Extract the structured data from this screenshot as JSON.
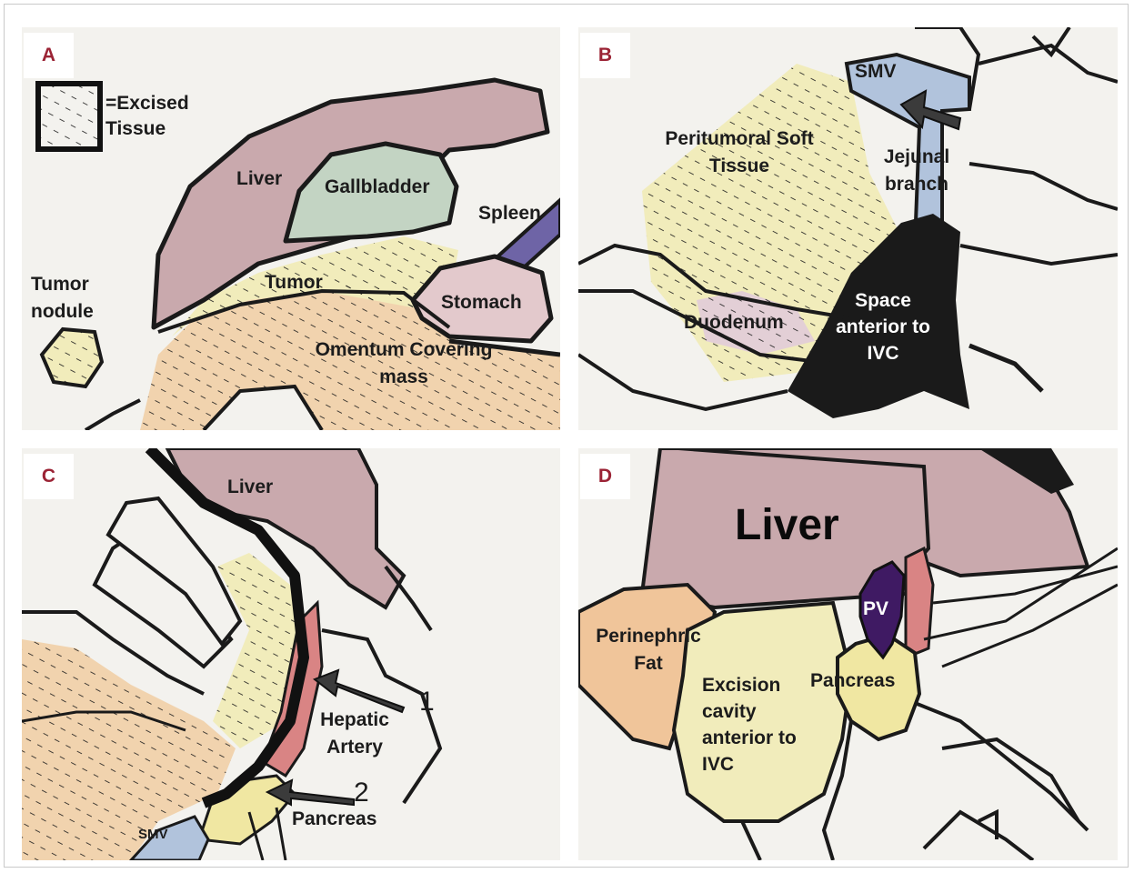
{
  "panels": {
    "a": {
      "letter": "A",
      "legend": "=Excised Tissue",
      "labels": {
        "liver": "Liver",
        "gallbladder": "Gallbladder",
        "spleen": "Spleen",
        "tumor": "Tumor",
        "stomach": "Stomach",
        "tumor_nodule": "Tumor nodule",
        "omentum": "Omentum Covering mass"
      }
    },
    "b": {
      "letter": "B",
      "labels": {
        "smv": "SMV",
        "peritumoral": "Peritumoral Soft Tissue",
        "jejunal": "Jejunal branch",
        "duodenum": "Duodenum",
        "space": "Space anterior to IVC"
      }
    },
    "c": {
      "letter": "C",
      "labels": {
        "liver": "Liver",
        "hepatic_artery": "Hepatic Artery",
        "pancreas": "Pancreas",
        "smv": "SMV",
        "num1": "1",
        "num2": "2"
      }
    },
    "d": {
      "letter": "D",
      "labels": {
        "liver": "Liver",
        "pv": "PV",
        "perinephric": "Perinephric Fat",
        "pancreas": "Pancreas",
        "cavity": "Excision cavity anterior to IVC"
      }
    }
  },
  "colors": {
    "badge_text": "#9b2335",
    "liver": "#c9a9ad",
    "gallbladder": "#c3d4c3",
    "spleen": "#6e64a6",
    "stomach": "#e3c9cc",
    "tumor_yellow": "#f1ecbb",
    "omentum_orange": "#f1d3ae",
    "smv_blue": "#b1c3dc",
    "hepatic_red": "#d98484",
    "pancreas_yellow": "#f0e7a2",
    "pv_purple": "#3f1a63",
    "perinephric_orange": "#f0c59a",
    "space_black": "#1a1a1a"
  }
}
